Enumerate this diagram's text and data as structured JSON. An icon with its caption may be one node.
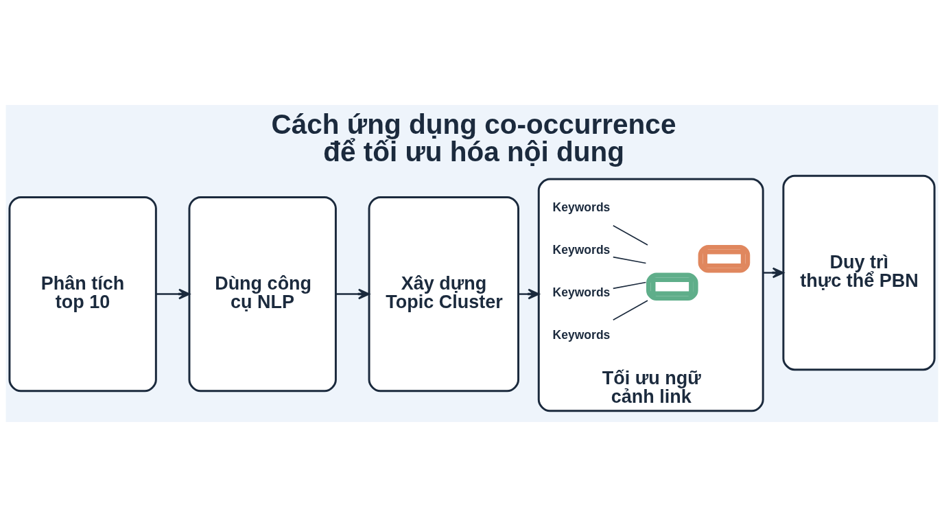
{
  "diagram": {
    "title": "Cách ứng dụng co-occurrence để tối ưu hóa nội dung",
    "nodes": [
      {
        "text": [
          "Phân tích top 10"
        ]
      },
      {
        "text": [
          "Dùng công cụ NLP"
        ]
      },
      {
        "text": [
          "Xây dựng Topic Cluster"
        ]
      },
      {
        "text": [
          "Tối ưu ngữ cảnh link"
        ]
      },
      {
        "text": [
          "Keywords"
        ],
        "in": 3
      },
      {
        "text": [
          "Keywords"
        ],
        "in": 3
      },
      {
        "text": [],
        "shape": "picture",
        "in": 3
      },
      {
        "text": [
          "Keywords"
        ],
        "in": 3
      },
      {
        "text": [
          "Keywords"
        ],
        "in": 3
      },
      {
        "text": [
          "Duy trì thực thể PBN"
        ]
      }
    ],
    "edges": [
      {
        "from": 0,
        "to": 1,
        "arrow": "to"
      },
      {
        "from": 1,
        "to": 2,
        "arrow": "to"
      },
      {
        "from": 2,
        "to": 3,
        "arrow": "to"
      },
      {
        "from": 3,
        "to": 9,
        "arrow": "to"
      },
      {
        "from": 4,
        "to": 6,
        "arrow": "none"
      },
      {
        "from": 5,
        "to": 6,
        "arrow": "none"
      },
      {
        "from": 7,
        "to": 6,
        "arrow": "none"
      },
      {
        "from": 8,
        "to": 6,
        "arrow": "none"
      }
    ]
  }
}
